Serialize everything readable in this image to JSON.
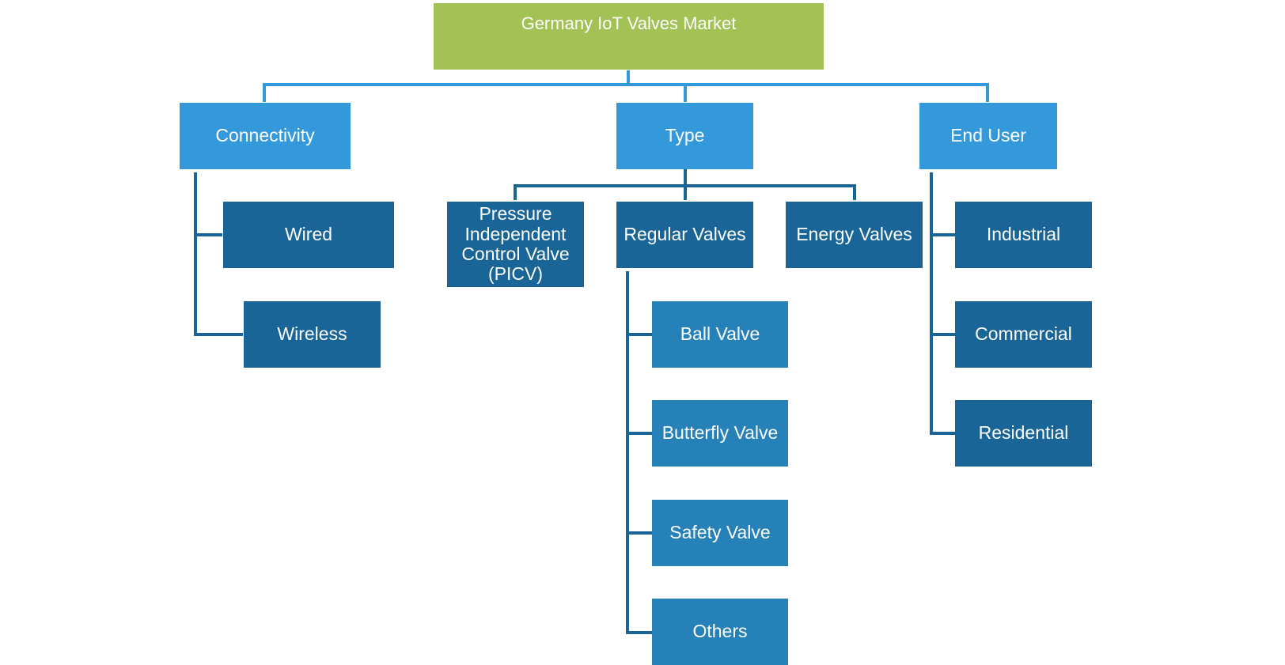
{
  "colors": {
    "root": "#a3c255",
    "category": "#3399db",
    "leaf_dark": "#1a6597",
    "leaf_medium": "#2681b9",
    "connector_light": "#3399db",
    "connector_dark": "#1a6597"
  },
  "diagram": {
    "root": "Germany IoT Valves Market",
    "connectivity": {
      "label": "Connectivity",
      "items": [
        "Wired",
        "Wireless"
      ]
    },
    "type": {
      "label": "Type",
      "picv_lines": [
        "Pressure",
        "Independent",
        "Control Valve",
        "(PICV)"
      ],
      "regular": "Regular Valves",
      "energy": "Energy Valves",
      "regular_items": [
        "Ball Valve",
        "Butterfly Valve",
        "Safety Valve",
        "Others"
      ]
    },
    "end_user": {
      "label": "End User",
      "items": [
        "Industrial",
        "Commercial",
        "Residential"
      ]
    }
  }
}
